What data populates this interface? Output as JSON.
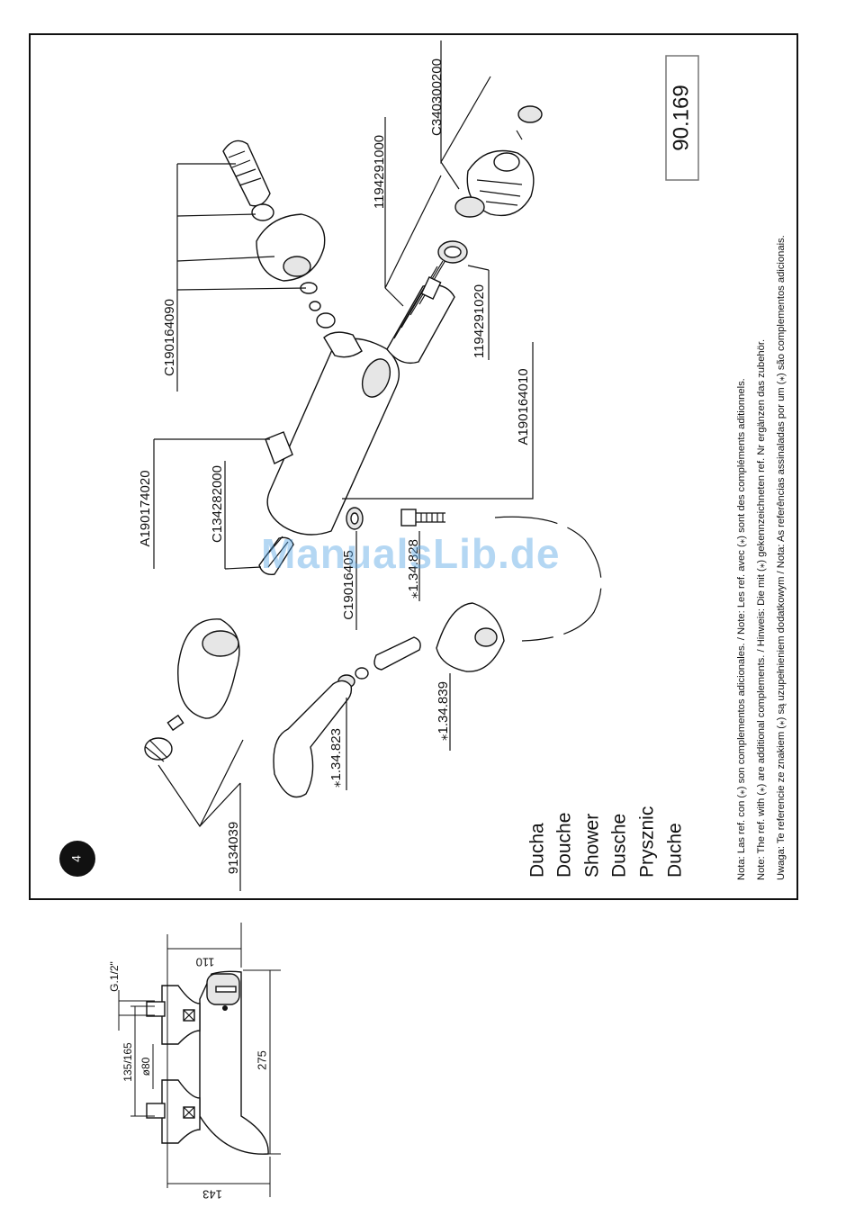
{
  "page_number": "4",
  "reference_box": "90.169",
  "parts": {
    "p_c340300200": "C340300200",
    "p_1194291000": "1194291000",
    "p_1194291020": "1194291020",
    "p_c190164090": "C190164090",
    "p_a190164010": "A190164010",
    "p_a190174020": "A190174020",
    "p_c134282000": "C134282000",
    "p_c19016405": "C19016405",
    "p_134828": "⁎1.34.828",
    "p_134839": "⁎1.34.839",
    "p_134823": "⁎1.34.823",
    "p_9134039": "9134039"
  },
  "titles": [
    "Ducha",
    "Douche",
    "Shower",
    "Dusche",
    "Prysznic",
    "Duche"
  ],
  "notes": [
    "Nota: Las ref. con (⁎) son complementos adicionales.   /   Note: Les ref. avec (⁎) sont des compléments aditionnels.",
    "Note: The ref. with (⁎) are additional complements.   /   Hinweis: Die mit (⁎) gekennzeichneten ref. Nr ergänzen das zubehör.",
    "Uwaga: Te referencie ze znakiem (⁎) są uzupełnieniem dodatkowym  / Nota: As referências assinaladas por um (⁎) são complementos adicionais."
  ],
  "dimensions": {
    "d110": "110",
    "d143": "143",
    "d275": "275",
    "d13565": "135/165",
    "d80": "ø80",
    "dg12": "G.1/2\""
  },
  "watermark": "ManualsLib.de"
}
